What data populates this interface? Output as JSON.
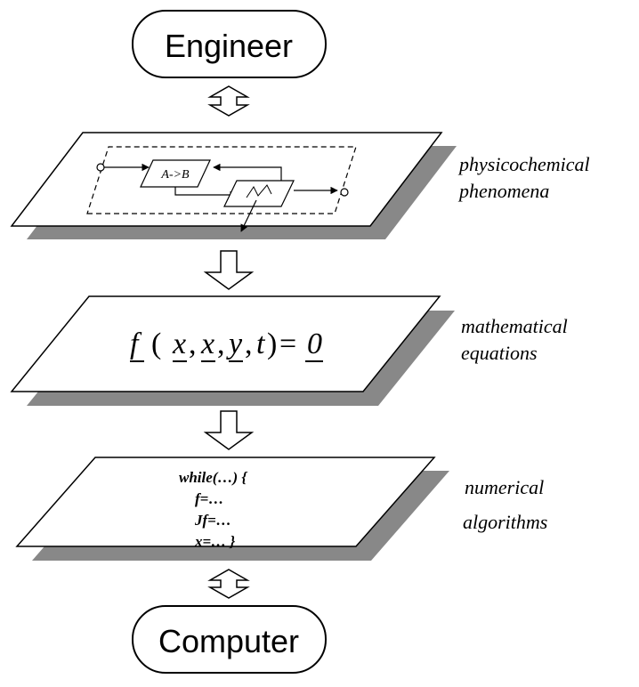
{
  "nodes": {
    "top": "Engineer",
    "bottom": "Computer"
  },
  "layers": [
    {
      "id": "physical",
      "label_lines": [
        "physicochemical",
        "phenomena"
      ]
    },
    {
      "id": "math",
      "label_lines": [
        "mathematical",
        "equations"
      ]
    },
    {
      "id": "numeric",
      "label_lines": [
        "numerical",
        "algorithms"
      ]
    }
  ],
  "process_diagram": {
    "reaction_label": "A->B"
  },
  "equation": {
    "f": "f",
    "open": "(",
    "x1": "x",
    "x2": "x",
    "y": "y",
    "t": "t",
    "close": ")",
    "equals": "=",
    "zero": "0",
    "comma": ","
  },
  "code_lines": [
    "while(…) {",
    "f=…",
    "Jf=…",
    "x=… }"
  ]
}
